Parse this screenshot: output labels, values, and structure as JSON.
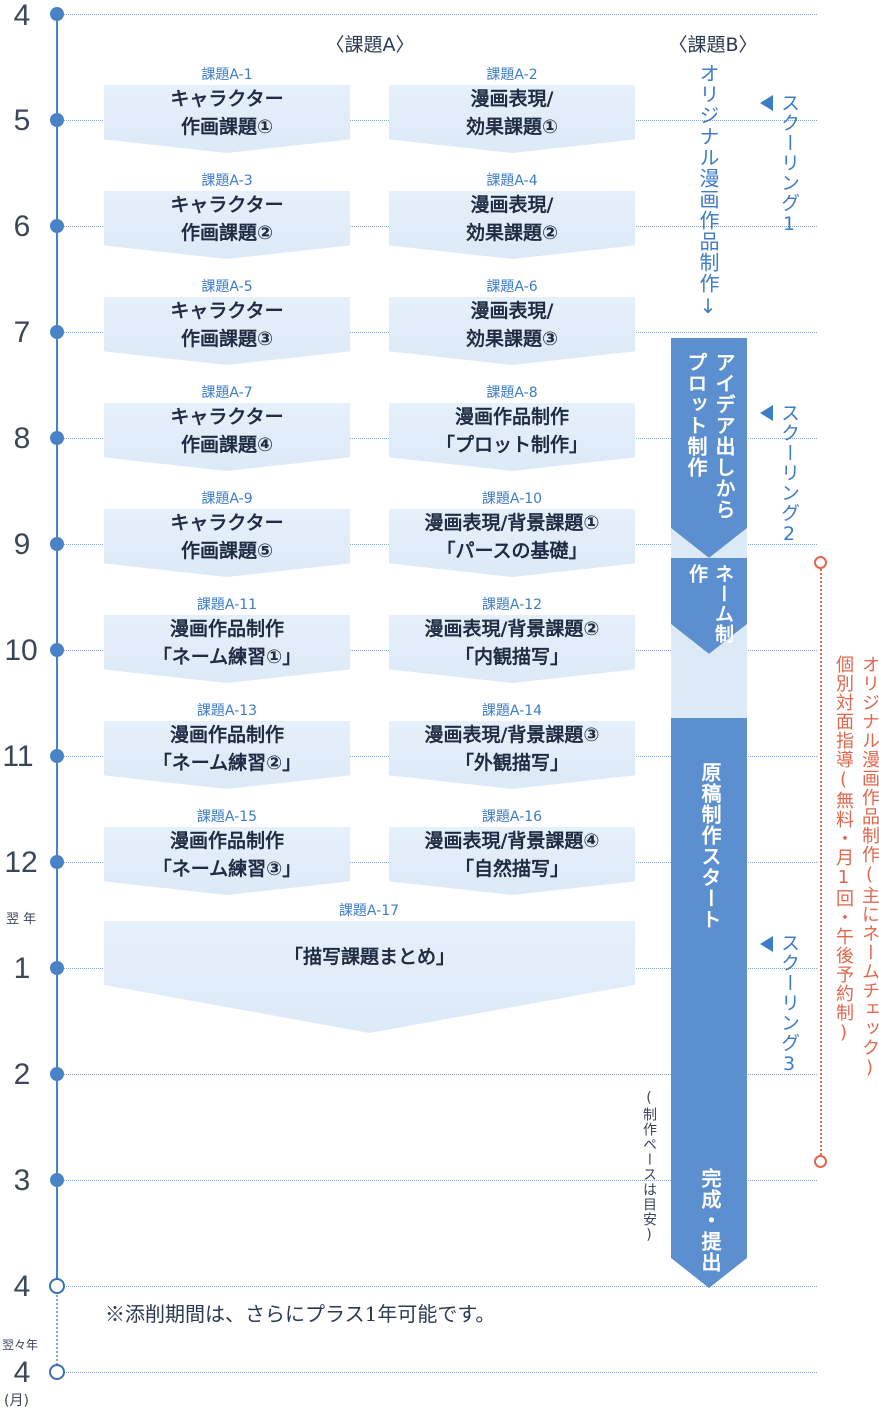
{
  "axis": {
    "months": [
      "4",
      "5",
      "6",
      "7",
      "8",
      "9",
      "10",
      "11",
      "12",
      "1",
      "2",
      "3",
      "4",
      "4"
    ],
    "year_next_label": "翌 年",
    "year_after_next_label": "翌々年",
    "unit_label": "(月)"
  },
  "columns": {
    "a_header": "〈課題A〉",
    "b_header": "〈課題B〉"
  },
  "tasks": [
    {
      "code": "課題A-1",
      "line1": "キャラクター",
      "line2": "作画課題①"
    },
    {
      "code": "課題A-2",
      "line1": "漫画表現/",
      "line2": "効果課題①"
    },
    {
      "code": "課題A-3",
      "line1": "キャラクター",
      "line2": "作画課題②"
    },
    {
      "code": "課題A-4",
      "line1": "漫画表現/",
      "line2": "効果課題②"
    },
    {
      "code": "課題A-5",
      "line1": "キャラクター",
      "line2": "作画課題③"
    },
    {
      "code": "課題A-6",
      "line1": "漫画表現/",
      "line2": "効果課題③"
    },
    {
      "code": "課題A-7",
      "line1": "キャラクター",
      "line2": "作画課題④"
    },
    {
      "code": "課題A-8",
      "line1": "漫画作品制作",
      "line2": "「プロット制作」"
    },
    {
      "code": "課題A-9",
      "line1": "キャラクター",
      "line2": "作画課題⑤"
    },
    {
      "code": "課題A-10",
      "line1": "漫画表現/背景課題①",
      "line2": "「パースの基礎」"
    },
    {
      "code": "課題A-11",
      "line1": "漫画作品制作",
      "line2": "「ネーム練習①」"
    },
    {
      "code": "課題A-12",
      "line1": "漫画表現/背景課題②",
      "line2": "「内観描写」"
    },
    {
      "code": "課題A-13",
      "line1": "漫画作品制作",
      "line2": "「ネーム練習②」"
    },
    {
      "code": "課題A-14",
      "line1": "漫画表現/背景課題③",
      "line2": "「外観描写」"
    },
    {
      "code": "課題A-15",
      "line1": "漫画作品制作",
      "line2": "「ネーム練習③」"
    },
    {
      "code": "課題A-16",
      "line1": "漫画表現/背景課題④",
      "line2": "「自然描写」"
    },
    {
      "code": "課題A-17",
      "line1": "「描写課題まとめ」",
      "line2": ""
    }
  ],
  "course_b": {
    "title": "オリジナル漫画作品制作↓",
    "phase1": "アイデア出しからプロット制作",
    "phase2": "ネーム制作",
    "phase3": "原稿制作スタート",
    "phase4": "完成・提出",
    "pace_note": "(制作ペースは目安)"
  },
  "schooling": [
    "スクーリング1",
    "スクーリング2",
    "スクーリング3"
  ],
  "consultation": {
    "line1": "オリジナル漫画作品制作(主にネームチェック)",
    "line2": "個別対面指導(無料・月1回・午後予約制)"
  },
  "footnote": "※添削期間は、さらにプラス1年可能です。",
  "colors": {
    "accent_blue": "#5b8fd0",
    "task_bg": "#e1ecf8",
    "red": "#e2674c"
  }
}
